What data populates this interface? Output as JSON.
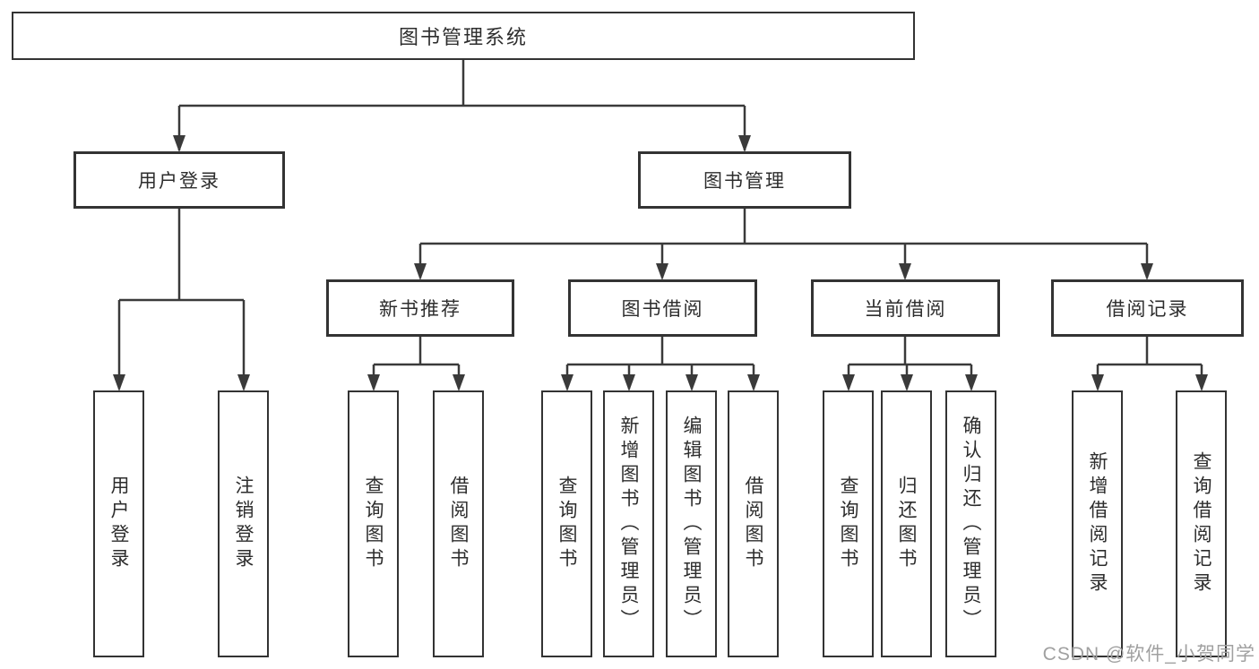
{
  "diagram": {
    "root": {
      "label": "图书管理系统"
    },
    "level1": [
      {
        "label": "用户登录"
      },
      {
        "label": "图书管理"
      }
    ],
    "level2": [
      {
        "label": "新书推荐"
      },
      {
        "label": "图书借阅"
      },
      {
        "label": "当前借阅"
      },
      {
        "label": "借阅记录"
      }
    ],
    "leaves": [
      {
        "label": "用户登录"
      },
      {
        "label": "注销登录"
      },
      {
        "label": "查询图书"
      },
      {
        "label": "借阅图书"
      },
      {
        "label": "查询图书"
      },
      {
        "label": "新增图书（管理员）"
      },
      {
        "label": "编辑图书（管理员）"
      },
      {
        "label": "借阅图书"
      },
      {
        "label": "查询图书"
      },
      {
        "label": "归还图书"
      },
      {
        "label": "确认归还（管理员）"
      },
      {
        "label": "新增借阅记录"
      },
      {
        "label": "查询借阅记录"
      }
    ],
    "colors": {
      "line": "#3a3a3a",
      "border": "#333333",
      "text": "#2d2d2d",
      "watermark": "#a0a0a0",
      "background": "#ffffff"
    }
  },
  "watermark": {
    "text": "CSDN @软件_小贺同学"
  }
}
